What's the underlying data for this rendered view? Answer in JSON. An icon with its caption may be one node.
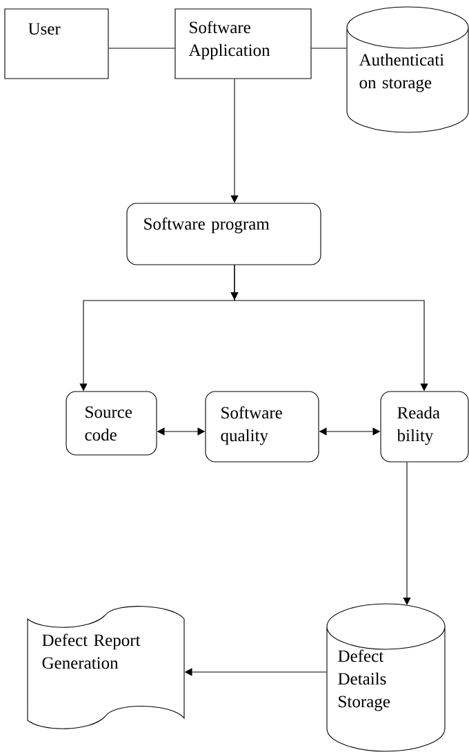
{
  "diagram": {
    "nodes": [
      {
        "text": [
          "User"
        ]
      },
      {
        "text": [
          "Software Application"
        ]
      },
      {
        "text": [
          "Authenticati on storage"
        ]
      },
      {
        "text": [
          "Software program"
        ]
      },
      {
        "text": [
          "Source code"
        ]
      },
      {
        "text": [
          "Software quality"
        ]
      },
      {
        "text": [
          "Reada bility"
        ]
      },
      {
        "text": [
          "Defect Report Generation"
        ]
      },
      {
        "text": [
          "Defect Details Storage"
        ]
      }
    ],
    "edges": [
      {
        "from": 0,
        "to": 1,
        "arrow": "none"
      },
      {
        "from": 1,
        "to": 2,
        "arrow": "none"
      },
      {
        "from": 1,
        "to": 3,
        "arrow": "to"
      },
      {
        "from": 3,
        "to": 4,
        "arrow": "to"
      },
      {
        "from": 3,
        "to": 6,
        "arrow": "to"
      },
      {
        "from": 4,
        "to": 5,
        "arrow": "both"
      },
      {
        "from": 5,
        "to": 6,
        "arrow": "both"
      },
      {
        "from": 6,
        "to": 8,
        "arrow": "to"
      },
      {
        "from": 8,
        "to": 7,
        "arrow": "to"
      }
    ]
  }
}
